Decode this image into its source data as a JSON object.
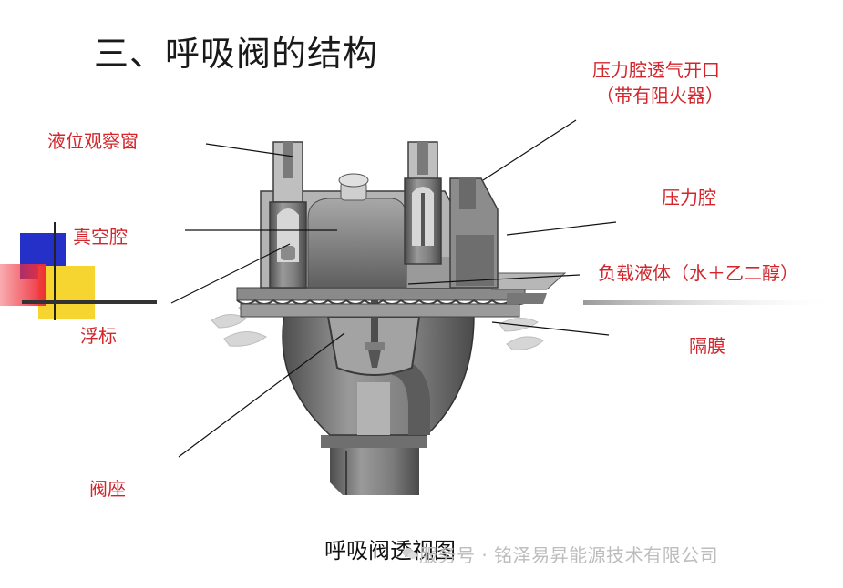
{
  "slide": {
    "title": "三、呼吸阀的结构",
    "caption": "呼吸阀透视图",
    "watermark": "服务号 · 铭泽易昇能源技术有限公司"
  },
  "labels": {
    "sight_glass": "液位观察窗",
    "vacuum_chamber": "真空腔",
    "float": "浮标",
    "valve_seat": "阀座",
    "pressure_vent_line1": "压力腔透气开口",
    "pressure_vent_line2": "（带有阻火器）",
    "pressure_chamber": "压力腔",
    "load_liquid": "负载液体（水＋乙二醇）",
    "diaphragm": "隔膜"
  },
  "colors": {
    "label_red": "#d2262c",
    "deco_blue": "#2530c8",
    "deco_red": "#ee2f3a",
    "deco_yellow": "#f7d531",
    "metal_dark": "#5a5a5a",
    "metal_mid": "#8e8e8e",
    "metal_light": "#c9c9c9"
  }
}
